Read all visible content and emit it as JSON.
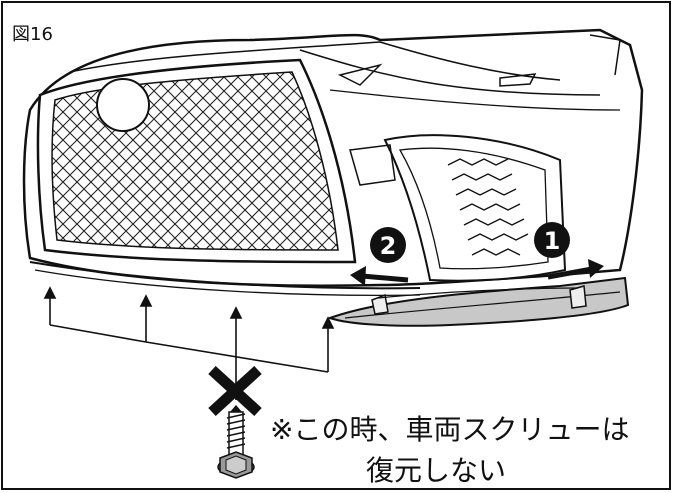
{
  "figure": {
    "label": "図16"
  },
  "steps": [
    {
      "number": "1"
    },
    {
      "number": "2"
    }
  ],
  "note": {
    "line1": "※この時、車両スクリューは",
    "line2": "復元しない"
  },
  "symbols": {
    "prohibited": "x-mark-icon",
    "fastener": "screw-icon"
  }
}
